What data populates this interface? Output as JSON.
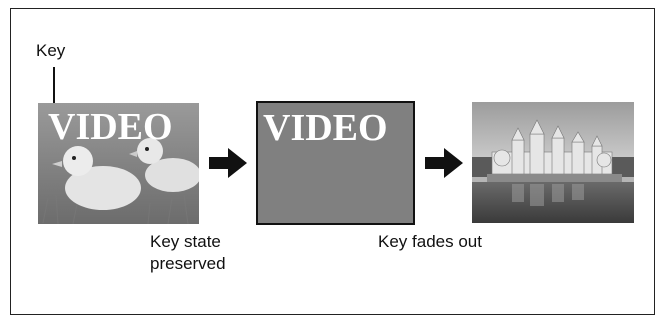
{
  "labels": {
    "key": "Key",
    "key_state_line1": "Key state",
    "key_state_line2": "preserved",
    "key_fades": "Key fades out"
  },
  "panels": {
    "video_text_1": "VIDEO",
    "video_text_2": "VIDEO"
  },
  "icons": {
    "arrow1": "right-arrow-icon",
    "arrow2": "right-arrow-icon"
  }
}
